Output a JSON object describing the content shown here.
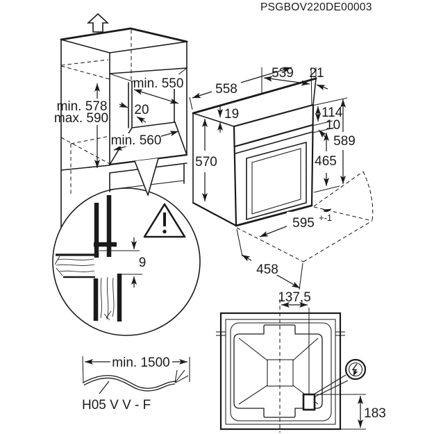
{
  "drawing_code": "PSGBOV220DE00003",
  "colors": {
    "line": "#1a1a1a",
    "background": "#ffffff"
  },
  "icons": {
    "direction_up_arrow": "hollow-up-arrow",
    "warning_triangle": "exclamation-in-triangle",
    "power_symbol": "lightning-bolt-in-circle"
  },
  "cabinet": {
    "niche_depth": "min. 550",
    "rear_gap": "20",
    "niche_width": "min. 560",
    "niche_height_min": "min. 578",
    "niche_height_max": "max. 590"
  },
  "oven": {
    "depth_total": "558",
    "depth_top": "539",
    "rear_top_offset": "21",
    "top_clearance": "19",
    "front_height": "570",
    "control_panel_height": "114",
    "panel_door_gap": "10",
    "total_height": "589",
    "door_height": "465",
    "width": "595",
    "width_tolerance": "+-1",
    "open_door_depth": "458"
  },
  "detail": {
    "rear_clearance": "9"
  },
  "cable": {
    "min_length": "min. 1500",
    "type": "H05 V V - F"
  },
  "rear_view": {
    "connector_offset_x": "137,5",
    "connector_offset_y": "183"
  }
}
